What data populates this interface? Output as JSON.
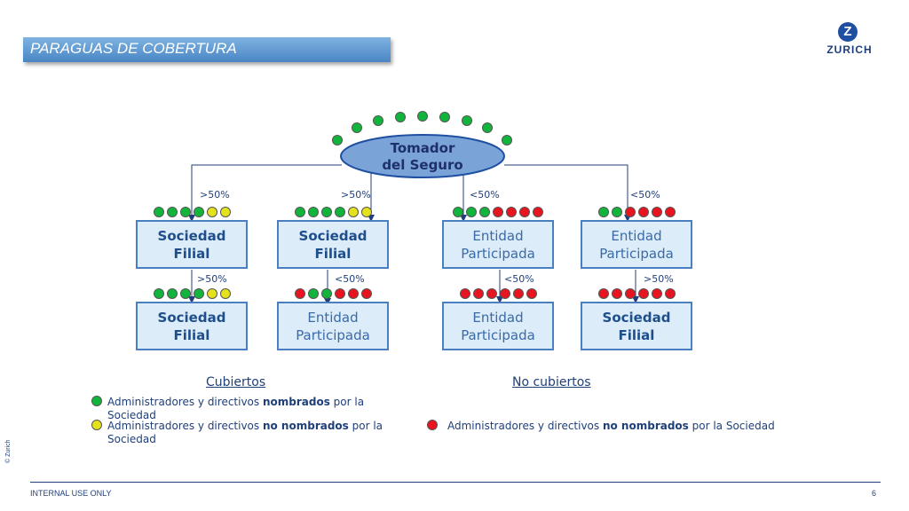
{
  "header": {
    "title": "PARAGUAS DE COBERTURA"
  },
  "logo": {
    "mark": "Z",
    "word": "ZURICH"
  },
  "root": {
    "line1": "Tomador",
    "line2": "del Seguro"
  },
  "colors": {
    "green": "#11b53b",
    "yellow": "#e4e21b",
    "red": "#e8141f"
  },
  "branches": [
    {
      "upper": {
        "line1": "Sociedad",
        "line2": "Filial",
        "bold": true,
        "pct": ">50%",
        "dots": [
          "green",
          "green",
          "green",
          "green",
          "yellow",
          "yellow"
        ]
      },
      "lower": {
        "line1": "Sociedad",
        "line2": "Filial",
        "bold": true,
        "pct": ">50%",
        "dots": [
          "green",
          "green",
          "green",
          "green",
          "yellow",
          "yellow"
        ]
      }
    },
    {
      "upper": {
        "line1": "Sociedad",
        "line2": "Filial",
        "bold": true,
        "pct": ">50%",
        "dots": [
          "green",
          "green",
          "green",
          "green",
          "yellow",
          "yellow"
        ]
      },
      "lower": {
        "line1": "Entidad",
        "line2": "Participada",
        "bold": false,
        "pct": "<50%",
        "dots": [
          "red",
          "green",
          "green",
          "red",
          "red",
          "red"
        ]
      }
    },
    {
      "upper": {
        "line1": "Entidad",
        "line2": "Participada",
        "bold": false,
        "pct": "<50%",
        "dots": [
          "green",
          "green",
          "green",
          "red",
          "red",
          "red",
          "red"
        ]
      },
      "lower": {
        "line1": "Entidad",
        "line2": "Participada",
        "bold": false,
        "pct": "<50%",
        "dots": [
          "red",
          "red",
          "red",
          "red",
          "red",
          "red"
        ]
      }
    },
    {
      "upper": {
        "line1": "Entidad",
        "line2": "Participada",
        "bold": false,
        "pct": "<50%",
        "dots": [
          "green",
          "green",
          "red",
          "red",
          "red",
          "red"
        ]
      },
      "lower": {
        "line1": "Sociedad",
        "line2": "Filial",
        "bold": true,
        "pct": ">50%",
        "dots": [
          "red",
          "red",
          "red",
          "red",
          "red",
          "red"
        ]
      }
    }
  ],
  "legend": {
    "covered_heading": "Cubiertos",
    "not_covered_heading": "No cubiertos",
    "green": {
      "before": "Administradores y directivos ",
      "emph": "nombrados",
      "after": " por la Sociedad"
    },
    "yellow": {
      "before": "Administradores y directivos ",
      "emph": "no nombrados",
      "after": " por la Sociedad"
    },
    "red": {
      "before": "Administradores y directivos ",
      "emph": "no nombrados",
      "after": " por la Sociedad"
    }
  },
  "footer": {
    "left": "INTERNAL USE ONLY",
    "page": "6",
    "copyright": "© Zurich"
  }
}
